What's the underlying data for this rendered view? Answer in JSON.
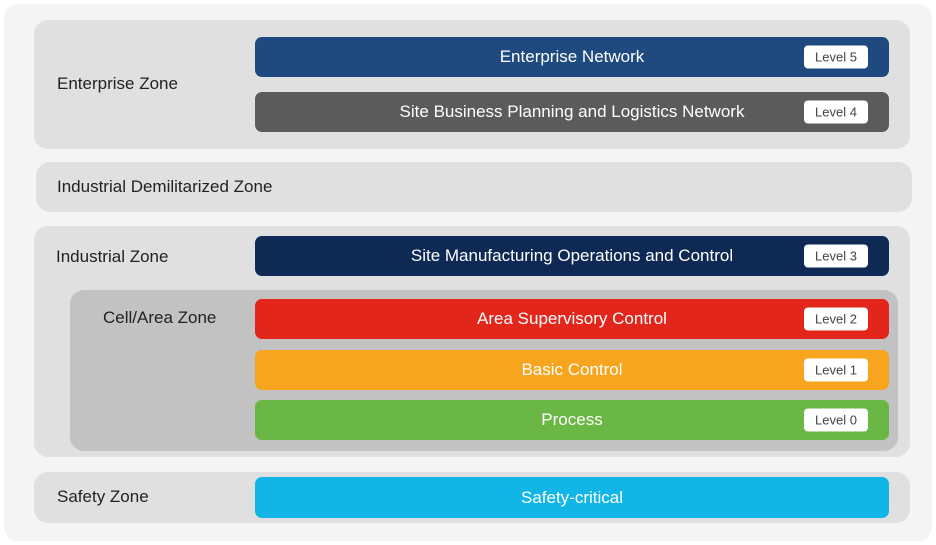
{
  "zones": {
    "enterprise": "Enterprise Zone",
    "idmz": "Industrial Demilitarized Zone",
    "industrial": "Industrial Zone",
    "cell_area": "Cell/Area Zone",
    "safety": "Safety Zone"
  },
  "levels": [
    {
      "title": "Enterprise Network",
      "badge": "Level 5",
      "color": "#1f4a80"
    },
    {
      "title": "Site Business Planning and Logistics Network",
      "badge": "Level 4",
      "color": "#5b5b5b"
    },
    {
      "title": "Site Manufacturing Operations and Control",
      "badge": "Level 3",
      "color": "#0e2a54"
    },
    {
      "title": "Area Supervisory Control",
      "badge": "Level 2",
      "color": "#e3261b"
    },
    {
      "title": "Basic Control",
      "badge": "Level 1",
      "color": "#f7a51e"
    },
    {
      "title": "Process",
      "badge": "Level 0",
      "color": "#6ab745"
    },
    {
      "title": "Safety-critical",
      "badge": "",
      "color": "#12b6e6"
    }
  ]
}
